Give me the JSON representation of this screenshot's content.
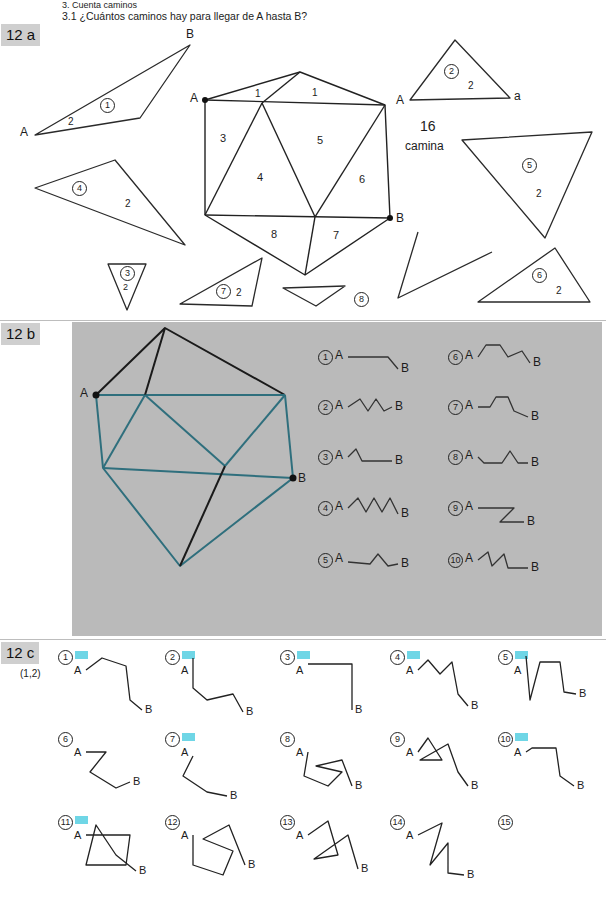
{
  "diagram": {
    "nodes": [
      {
        "text": [
          "12 a"
        ]
      },
      {
        "text": [
          "12 b"
        ]
      },
      {
        "text": [
          "12 c"
        ]
      }
    ],
    "labels": [
      "3. Cuenta caminos",
      "3.1 ¿Cuántos caminos hay para llegar de A hasta B?",
      "A",
      "B",
      "1",
      "1",
      "3",
      "4",
      "5",
      "6",
      "8",
      "7",
      "A",
      "B",
      "1",
      "2",
      "A",
      "2",
      "2",
      "a",
      "16",
      "camina",
      "5",
      "2",
      "6",
      "2",
      "4",
      "2",
      "3",
      "2",
      "7",
      "2",
      "8",
      "A",
      "B",
      "1",
      "A",
      "B",
      "2",
      "A",
      "B",
      "3",
      "A",
      "B",
      "4",
      "A",
      "B",
      "5",
      "A",
      "B",
      "6",
      "A",
      "B",
      "7",
      "A",
      "B",
      "8",
      "A",
      "B",
      "9",
      "A",
      "B",
      "10",
      "A",
      "B",
      "(1,2)",
      "1",
      "A",
      "B",
      "2",
      "A",
      "B",
      "3",
      "A",
      "B",
      "4",
      "A",
      "B",
      "5",
      "A",
      "B",
      "6",
      "A",
      "B",
      "7",
      "A",
      "B",
      "8",
      "A",
      "B",
      "9",
      "A",
      "B",
      "10",
      "A",
      "B",
      "11",
      "A",
      "B",
      "12",
      "A",
      "B",
      "13",
      "A",
      "B",
      "14",
      "A",
      "B",
      "15"
    ]
  }
}
